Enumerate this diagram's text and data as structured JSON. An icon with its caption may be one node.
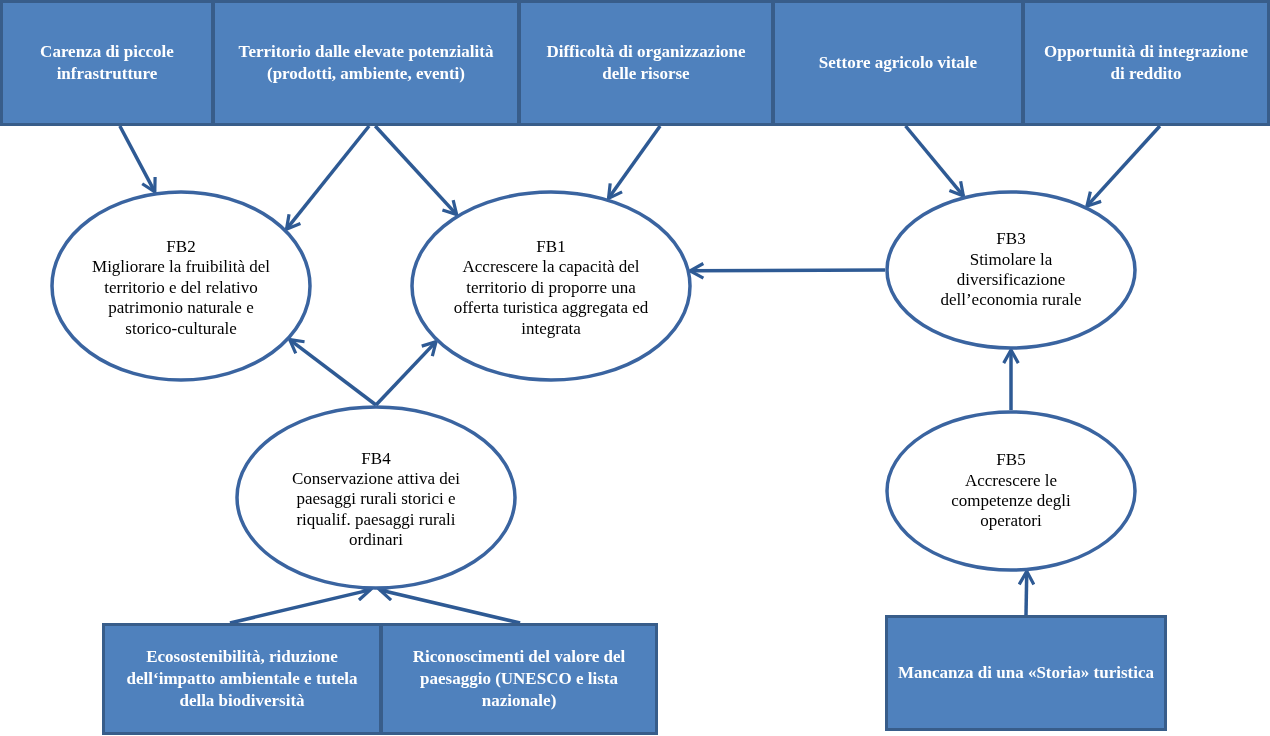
{
  "diagram": {
    "nodes": [
      {
        "text": [
          "Carenza di piccole infrastrutture"
        ]
      },
      {
        "text": [
          "Territorio dalle elevate potenzialità (prodotti, ambiente, eventi)"
        ]
      },
      {
        "text": [
          "Difficoltà di organizzazione delle risorse"
        ]
      },
      {
        "text": [
          "Settore agricolo vitale"
        ]
      },
      {
        "text": [
          "Opportunità di integrazione di reddito"
        ]
      },
      {
        "text": [
          "FB2",
          "Migliorare la fruibilità del territorio e del relativo patrimonio naturale e storico-culturale"
        ]
      },
      {
        "text": [
          "FB1",
          "Accrescere la capacità del territorio di proporre una offerta turistica aggregata ed integrata"
        ]
      },
      {
        "text": [
          "FB3",
          "Stimolare la diversificazione dell’economia rurale"
        ]
      },
      {
        "text": [
          "FB4",
          "Conservazione attiva dei paesaggi rurali storici e riqualif. paesaggi rurali ordinari"
        ]
      },
      {
        "text": [
          "FB5",
          "Accrescere le competenze degli operatori"
        ]
      },
      {
        "text": [
          "Ecosostenibilità, riduzione dell‘impatto ambientale e tutela della biodiversità"
        ]
      },
      {
        "text": [
          "Riconoscimenti del valore del paesaggio (UNESCO e lista nazionale)"
        ]
      },
      {
        "text": [
          "Mancanza di una «Storia» turistica"
        ]
      }
    ],
    "edges": [
      {
        "from": 0,
        "to": 5,
        "arrow": "to"
      },
      {
        "from": 1,
        "to": 5,
        "arrow": "to"
      },
      {
        "from": 1,
        "to": 6,
        "arrow": "to"
      },
      {
        "from": 2,
        "to": 6,
        "arrow": "to"
      },
      {
        "from": 3,
        "to": 7,
        "arrow": "to"
      },
      {
        "from": 4,
        "to": 7,
        "arrow": "to"
      },
      {
        "from": 7,
        "to": 6,
        "arrow": "to"
      },
      {
        "from": 8,
        "to": 5,
        "arrow": "to"
      },
      {
        "from": 8,
        "to": 6,
        "arrow": "to"
      },
      {
        "from": 10,
        "to": 8,
        "arrow": "to"
      },
      {
        "from": 11,
        "to": 8,
        "arrow": "to"
      },
      {
        "from": 9,
        "to": 7,
        "arrow": "to"
      },
      {
        "from": 12,
        "to": 9,
        "arrow": "to"
      }
    ]
  }
}
